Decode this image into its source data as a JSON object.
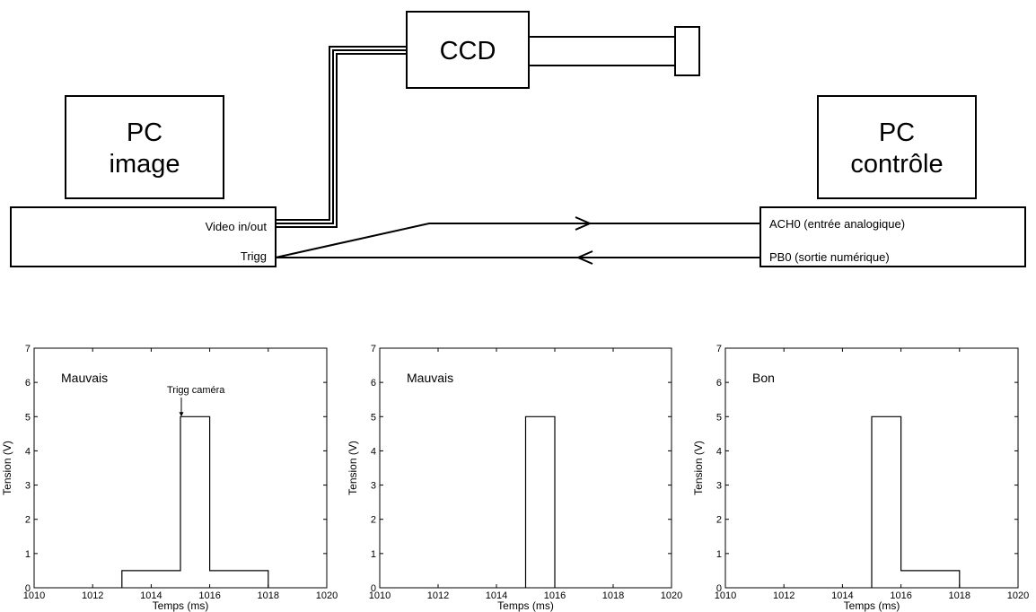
{
  "diagram": {
    "ccd_label": "CCD",
    "pc_image": {
      "line1": "PC",
      "line2": "image"
    },
    "pc_controle": {
      "line1": "PC",
      "line2": "contrôle"
    },
    "ports": {
      "video": "Video in/out",
      "trigg": "Trigg",
      "ach0": "ACH0 (entrée analogique)",
      "pb0": "PB0 (sortie numérique)"
    }
  },
  "chart_data": [
    {
      "type": "line",
      "annotation": "Mauvais",
      "arrow_label": "Trigg caméra",
      "xlabel": "Temps (ms)",
      "ylabel": "Tension (V)",
      "xlim": [
        1010,
        1020
      ],
      "ylim": [
        0,
        7
      ],
      "xticks": [
        1010,
        1012,
        1014,
        1016,
        1018,
        1020
      ],
      "yticks": [
        0,
        1,
        2,
        3,
        4,
        5,
        6,
        7
      ],
      "series": [
        {
          "x": [
            1013,
            1013,
            1015,
            1015,
            1016,
            1016,
            1018,
            1018
          ],
          "y": [
            0,
            0.5,
            0.5,
            5,
            5,
            0.5,
            0.5,
            0
          ]
        }
      ]
    },
    {
      "type": "line",
      "annotation": "Mauvais",
      "xlabel": "Temps (ms)",
      "ylabel": "Tension (V)",
      "xlim": [
        1010,
        1020
      ],
      "ylim": [
        0,
        7
      ],
      "xticks": [
        1010,
        1012,
        1014,
        1016,
        1018,
        1020
      ],
      "yticks": [
        0,
        1,
        2,
        3,
        4,
        5,
        6,
        7
      ],
      "series": [
        {
          "x": [
            1015,
            1015,
            1016,
            1016
          ],
          "y": [
            0,
            5,
            5,
            0
          ]
        }
      ]
    },
    {
      "type": "line",
      "annotation": "Bon",
      "xlabel": "Temps (ms)",
      "ylabel": "Tension (V)",
      "xlim": [
        1010,
        1020
      ],
      "ylim": [
        0,
        7
      ],
      "xticks": [
        1010,
        1012,
        1014,
        1016,
        1018,
        1020
      ],
      "yticks": [
        0,
        1,
        2,
        3,
        4,
        5,
        6,
        7
      ],
      "series": [
        {
          "x": [
            1015,
            1015,
            1016,
            1016,
            1018,
            1018
          ],
          "y": [
            0,
            5,
            5,
            0.5,
            0.5,
            0
          ]
        }
      ]
    }
  ]
}
